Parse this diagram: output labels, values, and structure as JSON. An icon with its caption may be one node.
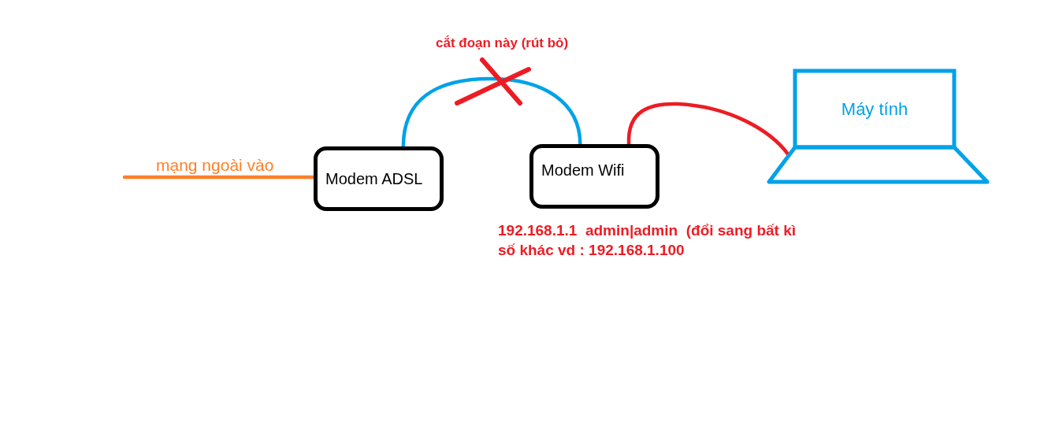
{
  "diagram": {
    "nodes": [
      {
        "text": [
          "Modem ADSL"
        ]
      },
      {
        "text": [
          "Modem Wifi"
        ],
        "beside": [
          "192.168.1.1  admin|admin  (đổi sang bất kì số khác vd : 192.168.1.100"
        ]
      },
      {
        "text": [
          "Máy tính"
        ]
      }
    ],
    "edges": [
      {
        "from": null,
        "to": 0,
        "arrow": "none",
        "label": "mạng ngoài vào",
        "color": "#ff7f27"
      },
      {
        "from": 0,
        "to": 1,
        "arrow": "none",
        "label": "cắt đoạn này (rút bỏ)",
        "color": "#00a2e8"
      },
      {
        "from": 1,
        "to": 2,
        "arrow": "none",
        "color": "#ed1c24"
      }
    ]
  }
}
